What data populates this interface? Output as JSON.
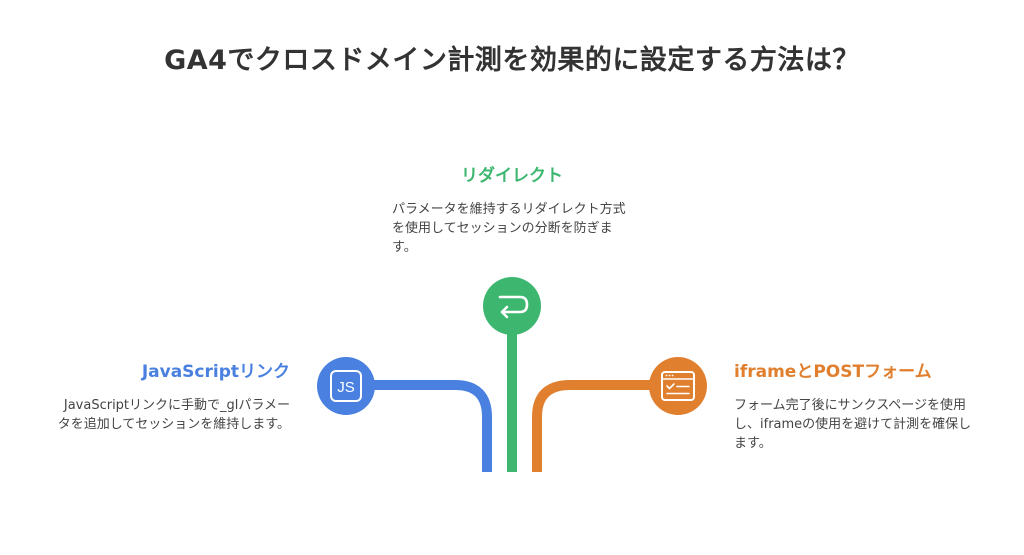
{
  "title": "GA4でクロスドメイン計測を効果的に設定する方法は？",
  "colors": {
    "green": "#3db76f",
    "blue": "#4a80e0",
    "orange": "#e07f2e",
    "title": "#333333"
  },
  "branches": {
    "center": {
      "heading": "リダイレクト",
      "description": "パラメータを維持するリダイレクト方式を使用してセッションの分断を防ぎます。",
      "icon": "redirect-arrow-icon",
      "color": "green"
    },
    "left": {
      "heading": "JavaScriptリンク",
      "description": "JavaScriptリンクに手動で_glパラメータを追加してセッションを維持します。",
      "icon": "js-icon",
      "icon_text": "JS",
      "color": "blue"
    },
    "right": {
      "heading": "iframeとPOSTフォーム",
      "description": "フォーム完了後にサンクスページを使用し、iframeの使用を避けて計測を確保します。",
      "icon": "browser-form-icon",
      "color": "orange"
    }
  }
}
